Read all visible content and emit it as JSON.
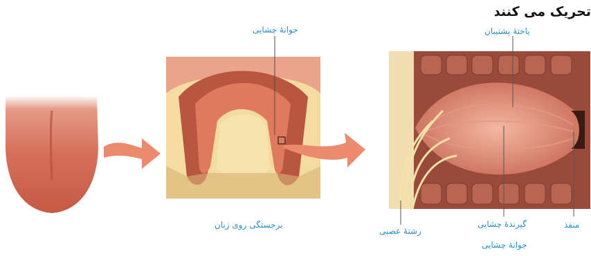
{
  "header": {
    "title": "تحریک می کنند"
  },
  "panels": {
    "papilla": {
      "top_label": "جوانهٔ چشایی",
      "caption": "برجستگی روی زبان"
    },
    "taste_bud": {
      "support_cell_label": "یاختهٔ پشتیبان",
      "nerve_label": "رشتهٔ عصبی",
      "receptor_label": "گیرندهٔ چشایی",
      "pore_label": "منفذ",
      "caption": "جوانهٔ چشایی"
    }
  },
  "colors": {
    "label_blue": "#2b8fc7",
    "arrow": "#ec8a6d",
    "tongue": "#d9735e",
    "papilla_red": "#b8563f",
    "nerve": "#f3e3a8"
  }
}
